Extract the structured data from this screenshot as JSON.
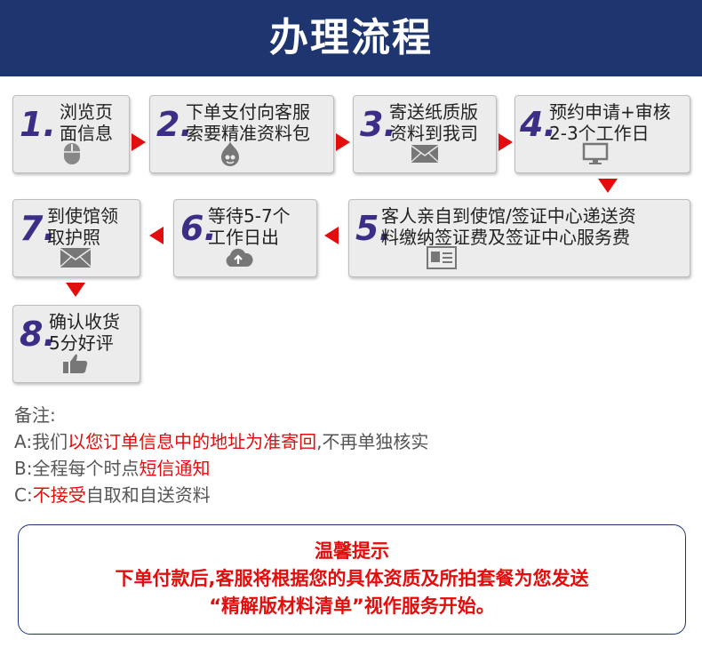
{
  "header": {
    "title": "办理流程"
  },
  "steps": [
    {
      "num": "1.",
      "line1": "浏览页",
      "line2": "面信息",
      "icon": "mouse-icon"
    },
    {
      "num": "2.",
      "line1": "下单支付向客服",
      "line2": "索要精准资料包",
      "icon": "drupal-icon"
    },
    {
      "num": "3.",
      "line1": "寄送纸质版",
      "line2": "资料到我司",
      "icon": "envelope-icon"
    },
    {
      "num": "4.",
      "line1": "预约申请+审核",
      "line2": "2-3个工作日",
      "icon": "monitor-icon"
    },
    {
      "num": "5.",
      "line1": "客人亲自到使馆/签证中心递送资",
      "line2": "料缴纳签证费及签证中心服务费",
      "icon": "id-card-icon"
    },
    {
      "num": "6.",
      "line1": "等待5-7个",
      "line2": "工作日出",
      "icon": "cloud-upload-icon"
    },
    {
      "num": "7.",
      "line1": "到使馆领",
      "line2": "取护照",
      "icon": "envelope-icon"
    },
    {
      "num": "8.",
      "line1": "确认收货",
      "line2": "5分好评",
      "icon": "thumbs-up-icon"
    }
  ],
  "notes": {
    "title": "备注:",
    "a_prefix": "A:我们",
    "a_highlight": "以您订单信息中的地址为准寄回",
    "a_suffix": ",不再单独核实",
    "b_prefix": "B:全程每个时点",
    "b_highlight": "短信通知",
    "c_prefix": "C:",
    "c_highlight": "不接受",
    "c_suffix": "自取和自送资料"
  },
  "tip": {
    "title": "温馨提示",
    "line1": "下单付款后,客服将根据您的具体资质及所拍套餐为您发送",
    "line2": "“精解版材料清单”视作服务开始。"
  },
  "colors": {
    "header_bg": "#1e3570",
    "accent_red": "#e30d0d",
    "number": "#3a2e86"
  }
}
